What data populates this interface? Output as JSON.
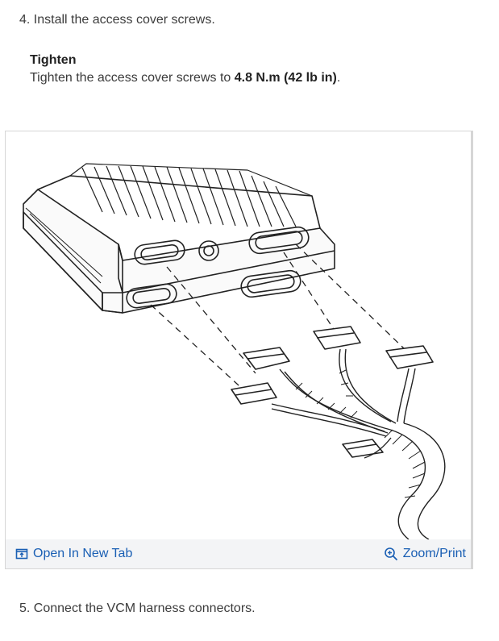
{
  "steps": {
    "step4": "4. Install the access cover screws.",
    "step5": "5. Connect the VCM harness connectors."
  },
  "note": {
    "title": "Tighten",
    "text_before": "Tighten the access cover screws to ",
    "torque": "4.8 N.m (42 lb in)",
    "text_after": "."
  },
  "figure": {
    "open_label": "Open In New Tab",
    "zoom_label": "Zoom/Print"
  },
  "colors": {
    "link": "#1a5fb4",
    "bar": "#f3f4f6"
  }
}
